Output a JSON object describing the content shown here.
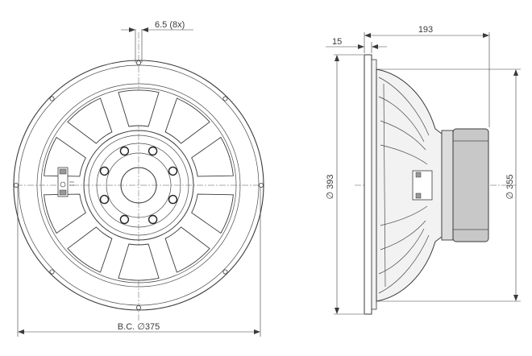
{
  "drawing": {
    "front_view": {
      "hole_label": "6.5 (8x)",
      "bolt_circle_label": "B.C. ∅375"
    },
    "side_view": {
      "flange_thickness_label": "15",
      "depth_label": "193",
      "outer_diameter_label": "∅ 393",
      "mounting_diameter_label": "∅ 355"
    },
    "colors": {
      "line": "#3a3a3a",
      "fill_light": "#f2f2f2",
      "fill_mid": "#dcdcdc",
      "magnet": "#c8c8c8"
    }
  }
}
